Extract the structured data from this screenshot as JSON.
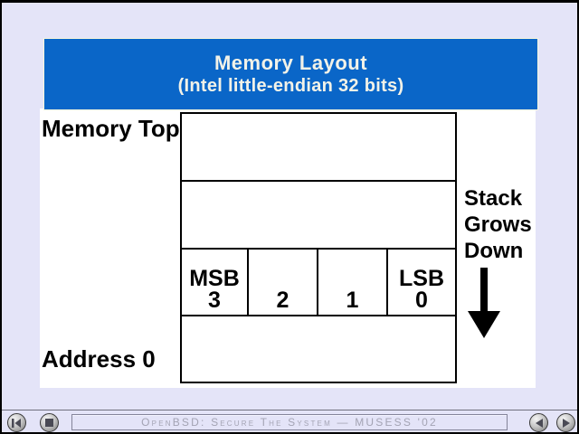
{
  "window": {
    "background": "#E4E4F8",
    "border_color": "#000000",
    "slide_background": "#FFFFFF"
  },
  "header": {
    "title": "Memory Layout",
    "subtitle": "(Intel little-endian 32 bits)",
    "background": "#0A66C8",
    "text_color": "#F2F2E8"
  },
  "diagram": {
    "top_label": "Memory Top",
    "bottom_label": "Address 0",
    "stack_lines": [
      "Stack",
      "Grows",
      "Down"
    ],
    "arrow_icon": "down-arrow-icon",
    "line_color": "#000000",
    "cells": [
      {
        "label": "MSB",
        "index": "3"
      },
      {
        "label": "",
        "index": "2"
      },
      {
        "label": "",
        "index": "1"
      },
      {
        "label": "LSB",
        "index": "0"
      }
    ]
  },
  "footer": {
    "caption": "OpenBSD: Secure The System — MUSESS '02",
    "text_color": "#A4A4B4",
    "buttons": [
      {
        "icon": "skip-to-first-icon"
      },
      {
        "icon": "stop-icon"
      },
      {
        "icon": "previous-slide-icon"
      },
      {
        "icon": "next-slide-icon"
      }
    ]
  }
}
